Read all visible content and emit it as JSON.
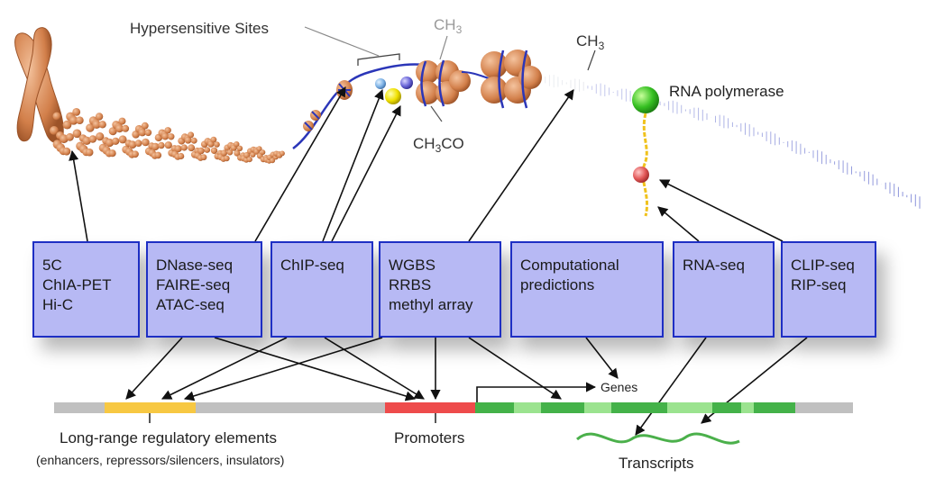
{
  "labels": {
    "hypersensitive_sites": "Hypersensitive Sites",
    "methyl_top": "CH3",
    "methyl_right": "CH3",
    "acetyl": "CH3CO",
    "rna_polymerase": "RNA polymerase",
    "genes": "Genes",
    "long_range_title": "Long-range regulatory elements",
    "long_range_sub": "(enhancers, repressors/silencers, insulators)",
    "promoters": "Promoters",
    "transcripts": "Transcripts"
  },
  "boxes": [
    {
      "id": "chromatin-conformation",
      "lines": [
        "5C",
        "ChIA-PET",
        "Hi-C"
      ]
    },
    {
      "id": "accessibility",
      "lines": [
        "DNase-seq",
        "FAIRE-seq",
        "ATAC-seq"
      ]
    },
    {
      "id": "chip",
      "lines": [
        "ChIP-seq"
      ]
    },
    {
      "id": "methylation",
      "lines": [
        "WGBS",
        "RRBS",
        "methyl array"
      ]
    },
    {
      "id": "computational",
      "lines": [
        "Computational",
        "predictions"
      ]
    },
    {
      "id": "rna",
      "lines": [
        "RNA-seq"
      ]
    },
    {
      "id": "clip",
      "lines": [
        "CLIP-seq",
        "RIP-seq"
      ]
    }
  ],
  "colors": {
    "box_fill": "#b7b9f4",
    "box_border": "#1e2fc4",
    "chromosome": "#d98c5a",
    "dna_blue": "#2b36b8",
    "enhancer_yellow": "#f7c843",
    "promoter_red": "#ee4b4b",
    "gene_green": "#44b249",
    "gene_light_green": "#9be38f",
    "transcript_green": "#4bb04b",
    "polymerase_green": "#2fc41f",
    "track_gray": "#c0c0c0"
  }
}
